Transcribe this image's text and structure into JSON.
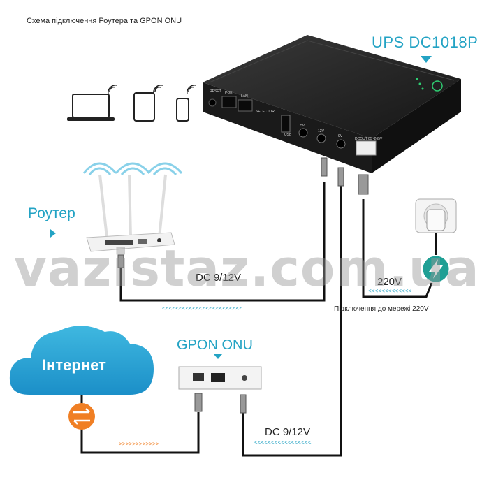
{
  "title": "Схема підключення Роутера та GPON ONU",
  "ups": {
    "model": "UPS DC1018P",
    "port_labels": [
      "RESET",
      "POE",
      "LAN",
      "SELECTOR",
      "USB",
      "5V",
      "12V",
      "9V",
      "DCOUT 85~265V"
    ]
  },
  "router": {
    "label": "Роутер"
  },
  "onu": {
    "label": "GPON ONU"
  },
  "cloud": {
    "label": "Інтернет"
  },
  "cables": {
    "router_dc": "DC 9/12V",
    "onu_dc": "DC 9/12V",
    "mains_voltage": "220V",
    "mains_caption": "Підключення до мережі 220V"
  },
  "watermark": "vazistaz.com.ua",
  "colors": {
    "accent": "#23a3c4",
    "ups_body": "#1c1c1c",
    "arrow_orange": "#f07f24",
    "power_green": "#1f9f94"
  },
  "icons": [
    "laptop-icon",
    "tablet-icon",
    "phone-icon",
    "wifi-icon",
    "power-plug-icon",
    "lightning-icon",
    "swap-arrows-icon"
  ]
}
